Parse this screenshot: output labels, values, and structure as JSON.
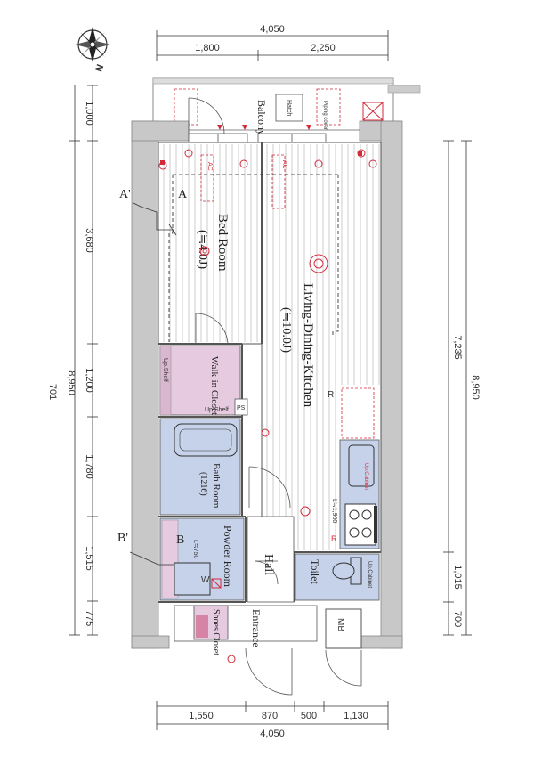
{
  "compass": {
    "label": "N"
  },
  "dimensions": {
    "top_total": "4,050",
    "top_left": "1,800",
    "top_right": "2,250",
    "bottom_total": "4,050",
    "bottom_segments": [
      "1,550",
      "870",
      "500",
      "1,130"
    ],
    "left_outer": [
      "1,000",
      "3,680",
      "1,200",
      "1,780",
      "1,515",
      "775"
    ],
    "left_total": "8,950",
    "left_small": "701",
    "right_outer": [
      "7,235",
      "1,015",
      "700"
    ],
    "right_total": "8,950"
  },
  "rooms": {
    "balcony": "Balcony",
    "hatch": "Hatch",
    "piping_cover": "Piping cover",
    "bed_room": "Bed Room",
    "bed_room_size": "(≒4.0J)",
    "ldk": "Living-Dining-Kitchen",
    "ldk_size": "(≒10.0J)",
    "walk_in_closet": "Walk-in Closet",
    "up_shelf": "Up.Shelf",
    "ps": "PS",
    "bath_room": "Bath Room",
    "bath_size": "(1216)",
    "powder_room": "Powder Room",
    "hall": "Hall",
    "toilet": "Toilet",
    "shoes_closet": "Shoes Closet",
    "entrance": "Entrance",
    "mb": "MB",
    "w_label": "W",
    "r_label": "R",
    "kitchen_len": "L≒1,900",
    "powder_len": "L≒750",
    "up_cabinet": "Up.Cabinet",
    "ac": "AC"
  },
  "section_markers": {
    "a": "A",
    "a_prime": "A'",
    "b": "B",
    "b_prime": "B'"
  },
  "colors": {
    "wall": "#c8c8c8",
    "wet_area": "#c6d2ea",
    "closet": "#e6cbe0",
    "accent_red": "#d42a3c"
  }
}
